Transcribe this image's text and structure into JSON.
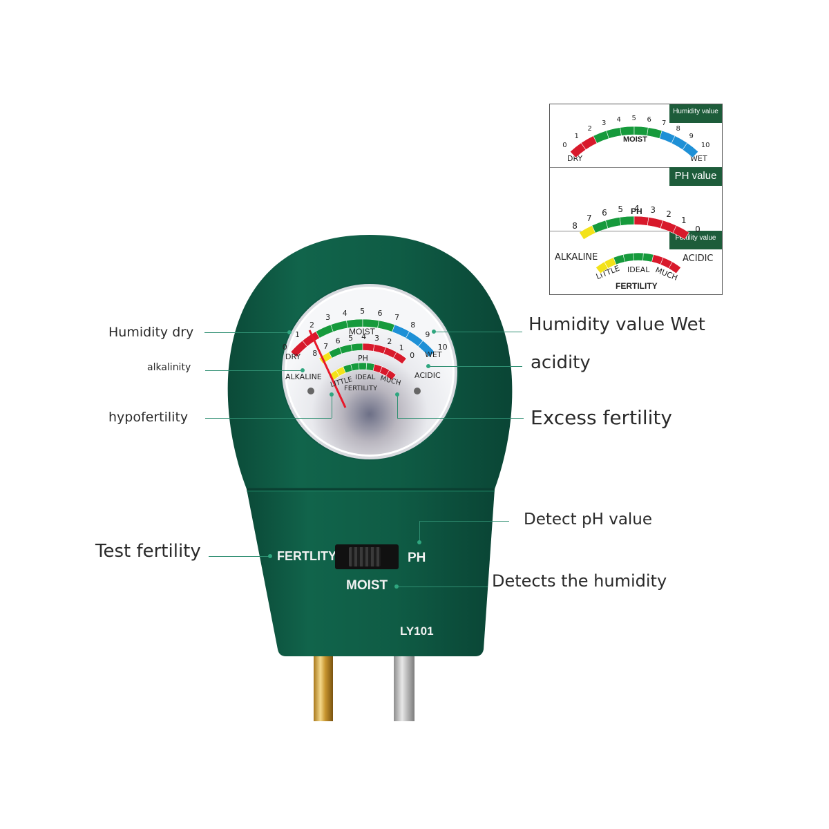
{
  "callouts": {
    "humidity_dry": "Humidity dry",
    "alkalinity": "alkalinity",
    "hypofertility": "hypofertility",
    "humidity_wet": "Humidity value Wet",
    "acidity": "acidity",
    "excess_fertility": "Excess fertility",
    "detect_ph": "Detect pH value",
    "test_fertility": "Test fertility",
    "detect_humidity": "Detects the humidity"
  },
  "device": {
    "model": "LY101",
    "switch_labels": {
      "fertility": "FERTLITY",
      "ph": "PH",
      "moist": "MOIST"
    }
  },
  "gauge": {
    "moist": {
      "label": "MOIST",
      "left": "DRY",
      "right": "WET",
      "ticks": [
        "0",
        "1",
        "2",
        "3",
        "4",
        "5",
        "6",
        "7",
        "8",
        "9",
        "10"
      ]
    },
    "ph": {
      "label": "PH",
      "ticks": [
        "8",
        "7",
        "6",
        "5",
        "4",
        "3",
        "2",
        "1",
        "0"
      ]
    },
    "fertility": {
      "label": "FERTILITY",
      "left": "ALKALINE",
      "right": "ACIDIC",
      "zones": [
        "LITTLE",
        "IDEAL",
        "MUCH"
      ]
    }
  },
  "legend": {
    "humidity": {
      "tag": "Humidity value",
      "label": "MOIST",
      "left": "DRY",
      "right": "WET",
      "ticks": [
        "0",
        "1",
        "2",
        "3",
        "4",
        "5",
        "6",
        "7",
        "8",
        "9",
        "10"
      ]
    },
    "ph": {
      "tag": "PH value",
      "label": "PH",
      "ticks": [
        "8",
        "7",
        "6",
        "5",
        "4",
        "3",
        "2",
        "1",
        "0"
      ]
    },
    "fertility": {
      "tag": "Fertility value",
      "label": "FERTILITY",
      "left": "ALKALINE",
      "right": "ACIDIC",
      "zones": [
        "LITTLE",
        "IDEAL",
        "MUCH"
      ]
    }
  },
  "colors": {
    "device_green": "#0f5c45",
    "red": "#d8192b",
    "green": "#169a3c",
    "blue": "#1e90d6",
    "yellow": "#f3e21a"
  }
}
